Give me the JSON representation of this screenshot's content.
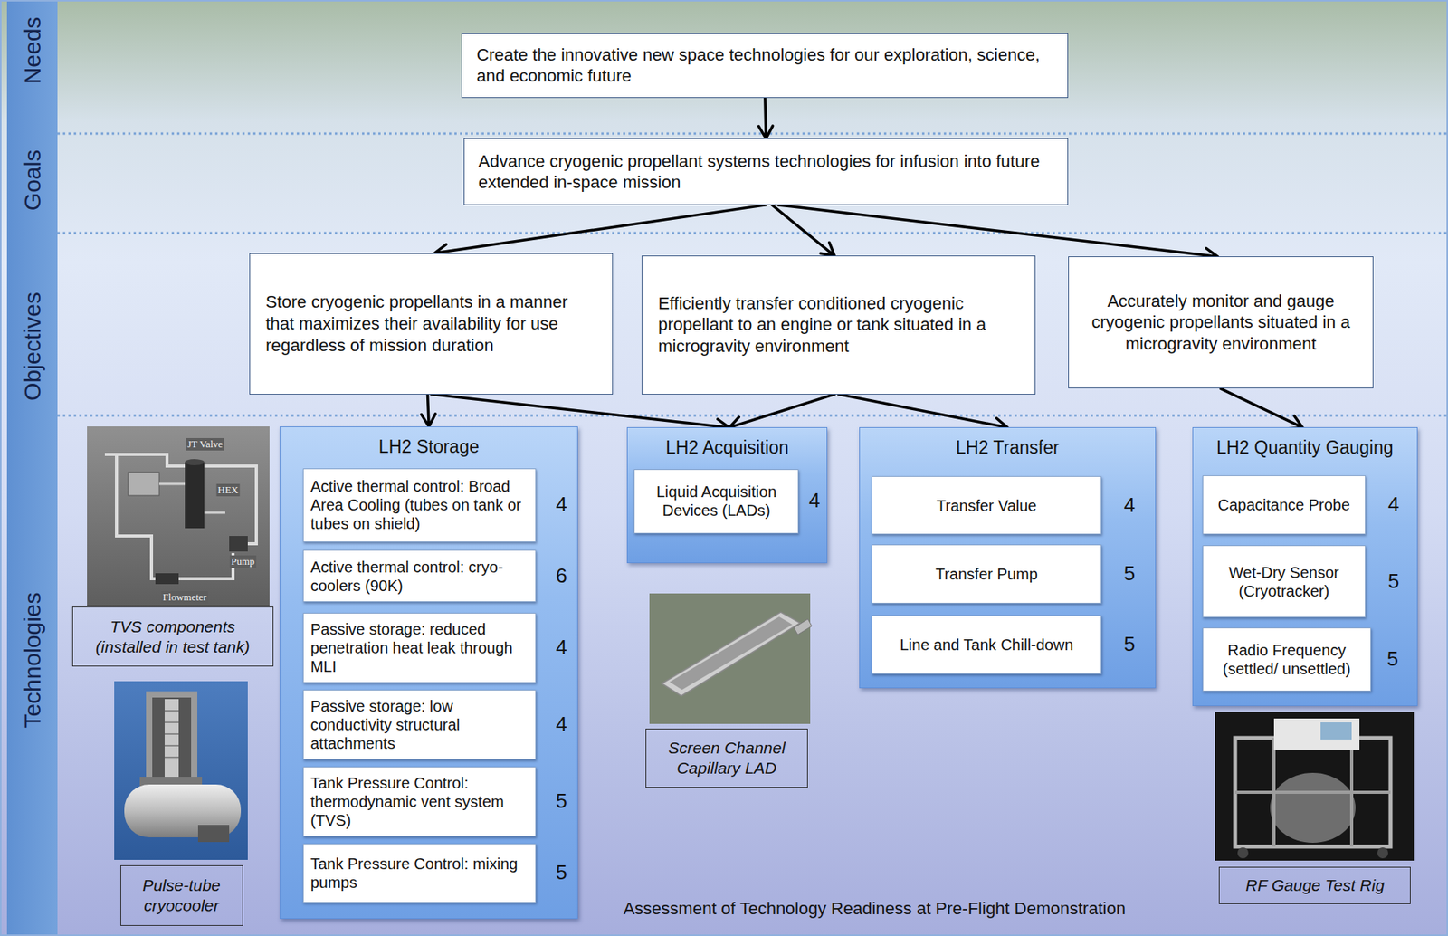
{
  "diagram": {
    "caption": "Assessment of Technology Readiness at Pre-Flight Demonstration",
    "nodes": [
      {
        "text": [
          "Create the innovative new space technologies for our exploration, science, and economic future"
        ]
      },
      {
        "text": [
          "Advance cryogenic propellant systems technologies for infusion into future extended in-space mission"
        ]
      },
      {
        "text": [
          "Store cryogenic propellants in a manner that maximizes their availability for use regardless of mission duration"
        ]
      },
      {
        "text": [
          "Efficiently transfer conditioned cryogenic propellant to an engine or tank situated in a microgravity environment"
        ]
      },
      {
        "text": [
          "Accurately monitor and gauge cryogenic propellants situated in a microgravity environment"
        ]
      },
      {
        "text": [
          "TVS components (installed in test tank)"
        ]
      },
      {
        "text": [
          "Pulse-tube cryocooler"
        ]
      },
      {
        "text": [
          "LH2 Storage"
        ]
      },
      {
        "text": [
          "Active thermal control: Broad Area Cooling (tubes on tank or tubes on shield)",
          "4"
        ],
        "in": 7
      },
      {
        "text": [
          "Active thermal control: cryo-coolers (90K)",
          "6"
        ],
        "in": 7
      },
      {
        "text": [
          "Passive storage: reduced penetration heat leak through MLI",
          "4"
        ],
        "in": 7
      },
      {
        "text": [
          "Passive storage: low conductivity structural attachments",
          "4"
        ],
        "in": 7
      },
      {
        "text": [
          "Tank Pressure Control: thermodynamic vent system (TVS)",
          "5"
        ],
        "in": 7
      },
      {
        "text": [
          "Tank Pressure Control: mixing pumps",
          "5"
        ],
        "in": 7
      },
      {
        "text": [
          "LH2 Acquisition"
        ]
      },
      {
        "text": [
          "Liquid Acquisition Devices (LADs)",
          "4"
        ],
        "in": 14
      },
      {
        "text": [
          "Screen Channel Capillary LAD"
        ]
      },
      {
        "text": [
          "LH2 Transfer"
        ]
      },
      {
        "text": [
          "Transfer Value",
          "4"
        ],
        "in": 17
      },
      {
        "text": [
          "Transfer Pump",
          "5"
        ],
        "in": 17
      },
      {
        "text": [
          "Line and Tank Chill-down",
          "5"
        ],
        "in": 17
      },
      {
        "text": [
          "LH2 Quantity Gauging"
        ]
      },
      {
        "text": [
          "Capacitance Probe",
          "4"
        ],
        "in": 21
      },
      {
        "text": [
          "Wet-Dry Sensor (Cryotracker)",
          "5"
        ],
        "in": 21
      },
      {
        "text": [
          "Radio Frequency (settled/ unsettled)",
          "5"
        ],
        "in": 21
      },
      {
        "text": [
          "RF Gauge Test Rig"
        ]
      }
    ],
    "edges": [
      {
        "from": 0,
        "to": 1,
        "arrow": "to"
      },
      {
        "from": 1,
        "to": 2,
        "arrow": "to"
      },
      {
        "from": 1,
        "to": 3,
        "arrow": "to"
      },
      {
        "from": 1,
        "to": 4,
        "arrow": "to"
      },
      {
        "from": 2,
        "to": 7,
        "arrow": "to"
      },
      {
        "from": 2,
        "to": 14,
        "arrow": "to"
      },
      {
        "from": 3,
        "to": 14,
        "arrow": "to"
      },
      {
        "from": 3,
        "to": 17,
        "arrow": "to"
      },
      {
        "from": 4,
        "to": 21,
        "arrow": "to"
      }
    ],
    "labels": [
      "Needs",
      "Goals",
      "Objectives",
      "Technologies",
      "JT Valve",
      "HEX",
      "Pump",
      "Flowmeter"
    ]
  }
}
